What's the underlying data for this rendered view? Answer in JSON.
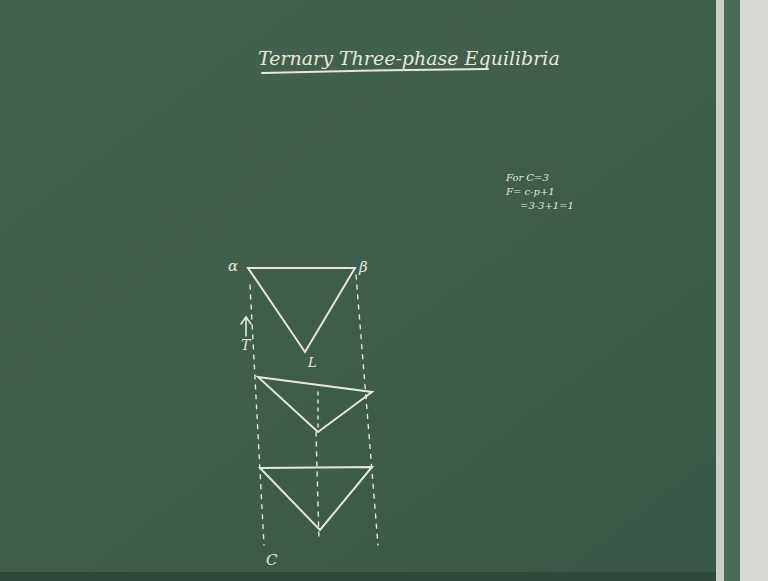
{
  "diagram": {
    "title": "Ternary Three-phase Equilibria",
    "labels": [
      "α",
      "β",
      "L",
      "T",
      "C",
      "For C=3",
      "F= c-p+1",
      "=3-3+1=1"
    ]
  }
}
